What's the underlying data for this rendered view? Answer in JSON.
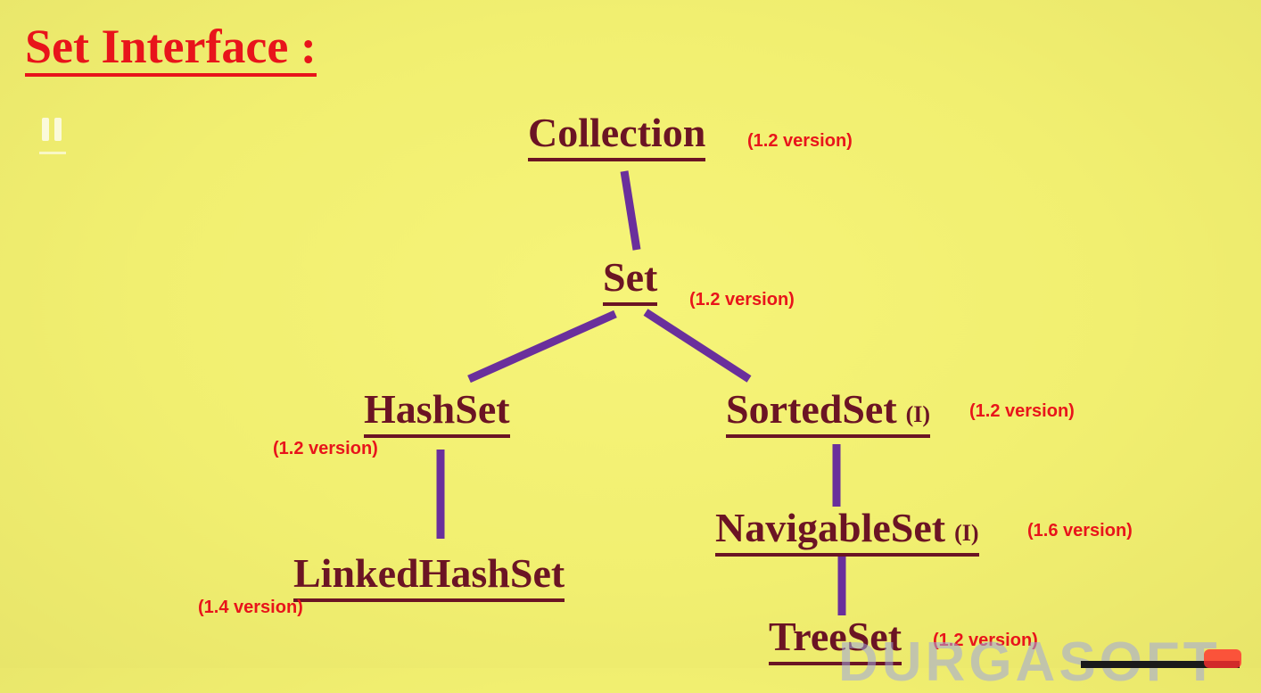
{
  "title": "Set Interface :",
  "watermark": "DURGASOFT",
  "nodes": {
    "collection": {
      "label": "Collection",
      "version": "(1.2 version)"
    },
    "set": {
      "label": "Set",
      "version": "(1.2 version)"
    },
    "hashset": {
      "label": "HashSet",
      "version": "(1.2 version)"
    },
    "sortedset": {
      "label": "SortedSet",
      "tag": "(I)",
      "version": "(1.2 version)"
    },
    "linkedhashset": {
      "label": "LinkedHashSet",
      "version": "(1.4 version)"
    },
    "navigableset": {
      "label": "NavigableSet",
      "tag": "(I)",
      "version": "(1.6 version)"
    },
    "treeset": {
      "label": "TreeSet",
      "version": "(1.2 version)"
    }
  },
  "colors": {
    "background": "#f2f070",
    "title": "#e8141b",
    "node": "#6b1424",
    "edge": "#6a2f9c",
    "version": "#e8141b"
  },
  "icons": [
    "pause-icon",
    "youtube-logo-icon"
  ]
}
